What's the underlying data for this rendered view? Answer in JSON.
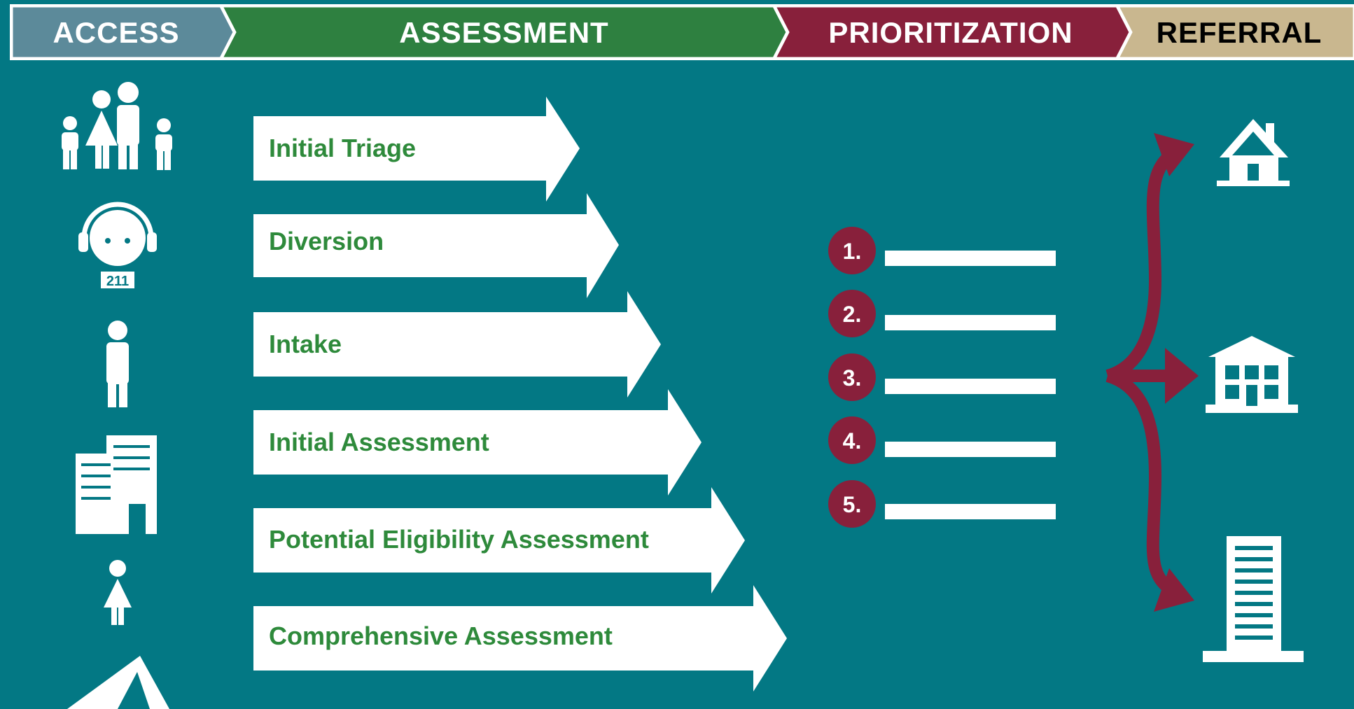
{
  "stages": {
    "access": "ACCESS",
    "assessment": "ASSESSMENT",
    "prioritization": "PRIORITIZATION",
    "referral": "REFERRAL"
  },
  "access_icons": {
    "family": "family-icon",
    "call_center": "call-center-icon",
    "call_center_badge": "211",
    "person": "person-icon",
    "building": "office-building-icon",
    "child": "child-icon",
    "tent": "tent-icon"
  },
  "assessment_steps": [
    "Initial Triage",
    "Diversion",
    "Intake",
    "Initial Assessment",
    "Potential Eligibility Assessment",
    "Comprehensive Assessment"
  ],
  "priority_list": [
    "1.",
    "2.",
    "3.",
    "4.",
    "5."
  ],
  "referral_icons": [
    "house-icon",
    "shelter-building-icon",
    "apartment-tower-icon"
  ],
  "colors": {
    "background": "#037884",
    "access_header": "#5c8a9a",
    "assessment_header": "#2e8040",
    "prioritization_header": "#88203b",
    "referral_header": "#c9b78f",
    "step_text": "#2e8a3b",
    "maroon": "#88203b"
  }
}
